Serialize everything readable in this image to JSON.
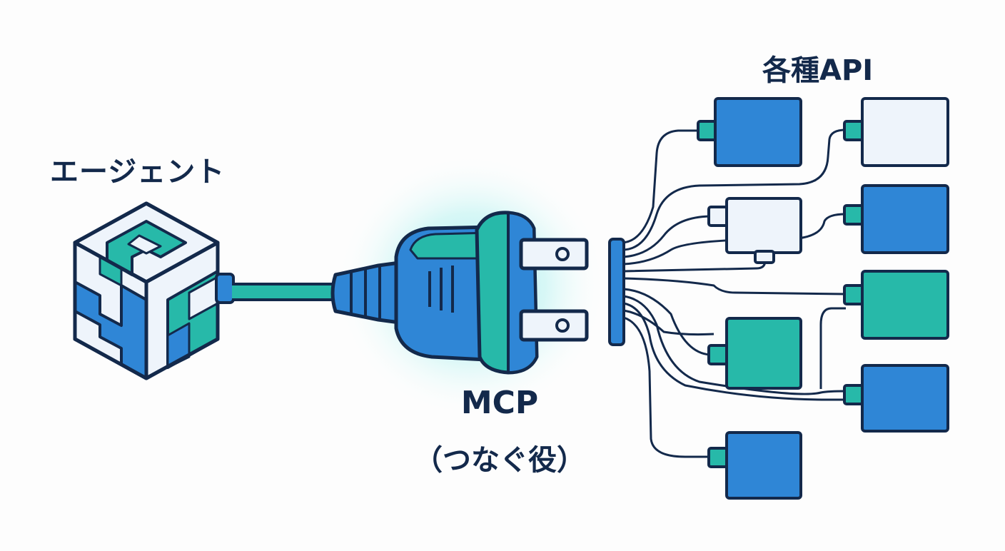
{
  "labels": {
    "agent": "エージェント",
    "mcp": "MCP",
    "mcp_role": "（つなぐ役）",
    "apis": "各種API"
  },
  "colors": {
    "outline": "#13294b",
    "blue": "#2f86d6",
    "teal": "#27b9a9",
    "pale": "#eef4fb",
    "glow": "#7fe6e6"
  },
  "api_modules": [
    {
      "name": "api-module-1",
      "color": "blue"
    },
    {
      "name": "api-module-2",
      "color": "pale"
    },
    {
      "name": "api-module-3",
      "color": "pale"
    },
    {
      "name": "api-module-4",
      "color": "blue"
    },
    {
      "name": "api-module-5",
      "color": "teal"
    },
    {
      "name": "api-module-6",
      "color": "teal"
    },
    {
      "name": "api-module-7",
      "color": "blue"
    },
    {
      "name": "api-module-8",
      "color": "blue"
    }
  ]
}
